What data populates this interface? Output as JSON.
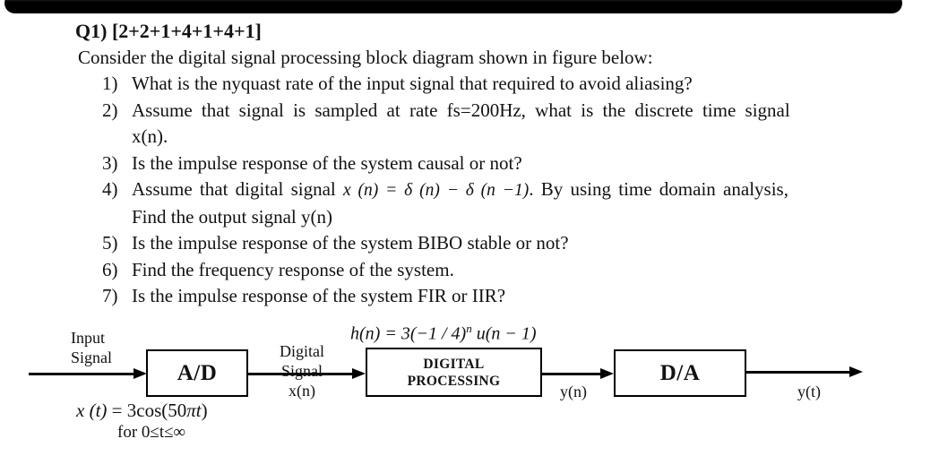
{
  "colors": {
    "background": "#ffffff",
    "text": "#121212",
    "top_bar": "#0a0a0a"
  },
  "document": {
    "title": "Q1) [2+2+1+4+1+4+1]",
    "intro": "Consider the digital signal processing block diagram shown in figure below:",
    "questions": [
      {
        "num": "1)",
        "line1": "What is the nyquast rate of the input signal that required to avoid aliasing?"
      },
      {
        "num": "2)",
        "line1": "Assume that signal is sampled at rate fs=200Hz, what is the discrete time signal",
        "line2": "x(n)."
      },
      {
        "num": "3)",
        "line1": "Is the impulse response of the system causal or not?"
      },
      {
        "num": "4)",
        "seg1": "Assume that digital signal ",
        "math": "x (n) = δ (n) − δ (n −1)",
        "seg2": ". By using time domain analysis,",
        "line2": "Find the output signal y(n)"
      },
      {
        "num": "5)",
        "line1": "Is the impulse response of the system BIBO stable or not?"
      },
      {
        "num": "6)",
        "line1": "Find the frequency response of the system."
      },
      {
        "num": "7)",
        "line1": "Is the impulse response of the system FIR or IIR?"
      }
    ]
  },
  "diagram": {
    "input_label": {
      "line1": "Input",
      "line2": "Signal"
    },
    "ad_box_label": "A/D",
    "digital_signal_label": {
      "line1": "Digital",
      "line2": "Signal",
      "line3": "x(n)"
    },
    "h_formula": {
      "left": "h(n) = 3(−1 / 4)",
      "sup": "n",
      "right": " u(n − 1)"
    },
    "dp_box_label": {
      "line1": "DIGITAL",
      "line2": "PROCESSING"
    },
    "yn_label": "y(n)",
    "da_box_label": "D/A",
    "yt_label": "y(t)",
    "xt_formula": {
      "a": "x (t)",
      "b": " = 3cos(50",
      "c": "πt",
      "d": ")"
    },
    "domain_label": "for 0≤t≤∞"
  }
}
